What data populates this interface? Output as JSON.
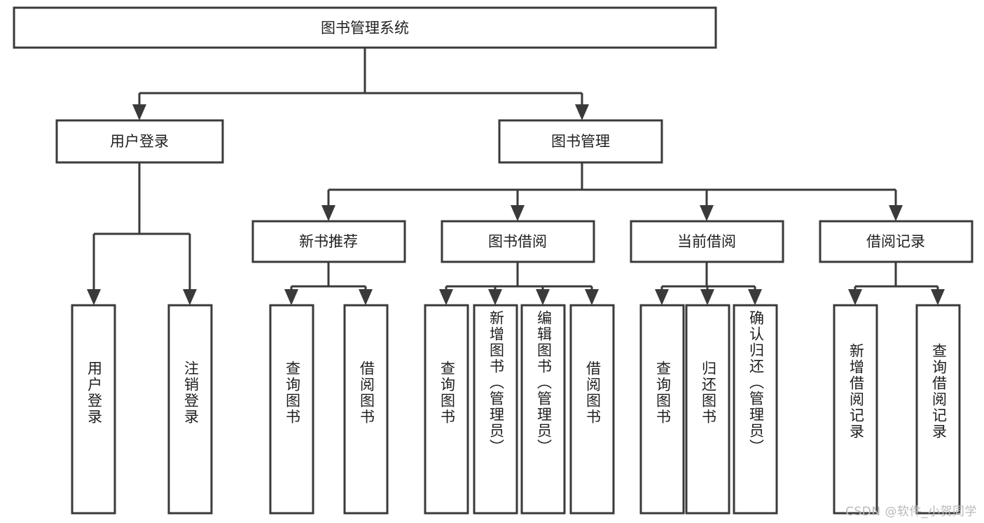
{
  "diagram": {
    "type": "tree",
    "title": "图书管理系统",
    "orientation": "top-down",
    "background_color": "#ffffff",
    "line_color": "#3a3a3a",
    "text_color": "#1f1f1f",
    "root": {
      "id": "root",
      "label": "图书管理系统",
      "text_direction": "horizontal"
    },
    "level2": [
      {
        "id": "user-login",
        "label": "用户登录",
        "text_direction": "horizontal"
      },
      {
        "id": "book-manage",
        "label": "图书管理",
        "text_direction": "horizontal"
      }
    ],
    "level3": [
      {
        "id": "new-book-rec",
        "label": "新书推荐",
        "text_direction": "horizontal",
        "parent": "book-manage"
      },
      {
        "id": "book-borrow",
        "label": "图书借阅",
        "text_direction": "horizontal",
        "parent": "book-manage"
      },
      {
        "id": "current-borrow",
        "label": "当前借阅",
        "text_direction": "horizontal",
        "parent": "book-manage"
      },
      {
        "id": "borrow-record",
        "label": "借阅记录",
        "text_direction": "horizontal",
        "parent": "book-manage"
      }
    ],
    "leaves": [
      {
        "id": "leaf-user-login",
        "label": "用户登录",
        "text_direction": "vertical",
        "parent": "user-login"
      },
      {
        "id": "leaf-user-logout",
        "label": "注销登录",
        "text_direction": "vertical",
        "parent": "user-login"
      },
      {
        "id": "leaf-query-book-1",
        "label": "查询图书",
        "text_direction": "vertical",
        "parent": "new-book-rec"
      },
      {
        "id": "leaf-borrow-book-1",
        "label": "借阅图书",
        "text_direction": "vertical",
        "parent": "new-book-rec"
      },
      {
        "id": "leaf-query-book-2",
        "label": "查询图书",
        "text_direction": "vertical",
        "parent": "book-borrow"
      },
      {
        "id": "leaf-add-book",
        "label": "新增图书（管理员）",
        "text_direction": "vertical",
        "parent": "book-borrow"
      },
      {
        "id": "leaf-edit-book",
        "label": "编辑图书（管理员）",
        "text_direction": "vertical",
        "parent": "book-borrow"
      },
      {
        "id": "leaf-borrow-book-2",
        "label": "借阅图书",
        "text_direction": "vertical",
        "parent": "book-borrow"
      },
      {
        "id": "leaf-query-book-3",
        "label": "查询图书",
        "text_direction": "vertical",
        "parent": "current-borrow"
      },
      {
        "id": "leaf-return-book",
        "label": "归还图书",
        "text_direction": "vertical",
        "parent": "current-borrow"
      },
      {
        "id": "leaf-confirm-return",
        "label": "确认归还（管理员）",
        "text_direction": "vertical",
        "parent": "current-borrow"
      },
      {
        "id": "leaf-add-record",
        "label": "新增借阅记录",
        "text_direction": "vertical",
        "parent": "borrow-record"
      },
      {
        "id": "leaf-query-record",
        "label": "查询借阅记录",
        "text_direction": "vertical",
        "parent": "borrow-record"
      }
    ]
  },
  "watermark": {
    "text": "CSDN @软件_小贺同学"
  }
}
